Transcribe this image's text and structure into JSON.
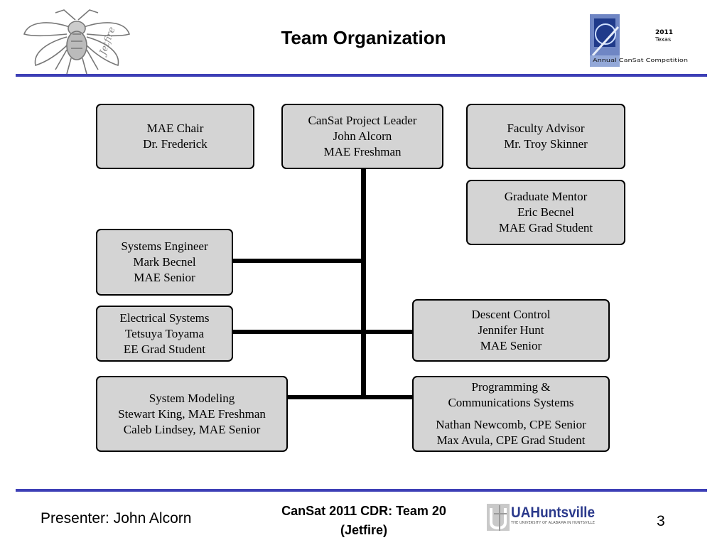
{
  "slide": {
    "title": "Team Organization",
    "presenter": "Presenter: John Alcorn",
    "footer_line1": "CanSat 2011 CDR:  Team 20",
    "footer_line2": "(Jetfire)",
    "page_number": "3",
    "accent_color": "#3d3fb6"
  },
  "logos": {
    "competition_year": "2011",
    "competition_state": "Texas",
    "competition_name": "Annual CanSat Competition",
    "university": "UAHuntsville",
    "university_tagline": "THE UNIVERSITY OF ALABAMA IN HUNTSVILLE"
  },
  "org": {
    "mae_chair": [
      "MAE Chair",
      "Dr. Frederick"
    ],
    "project_leader": [
      "CanSat Project Leader",
      "John Alcorn",
      "MAE Freshman"
    ],
    "faculty_advisor": [
      "Faculty Advisor",
      "Mr. Troy Skinner"
    ],
    "graduate_mentor": [
      "Graduate Mentor",
      "Eric Becnel",
      "MAE Grad Student"
    ],
    "systems_engineer": [
      "Systems Engineer",
      "Mark Becnel",
      "MAE Senior"
    ],
    "electrical_systems": [
      "Electrical Systems",
      "Tetsuya Toyama",
      "EE Grad Student"
    ],
    "descent_control": [
      "Descent Control",
      "Jennifer Hunt",
      "MAE Senior"
    ],
    "system_modeling": [
      "System Modeling",
      "Stewart King, MAE Freshman",
      "Caleb Lindsey, MAE Senior"
    ],
    "programming": [
      "Programming &",
      "Communications Systems",
      "Nathan Newcomb, CPE Senior",
      "Max Avula, CPE Grad Student"
    ]
  }
}
